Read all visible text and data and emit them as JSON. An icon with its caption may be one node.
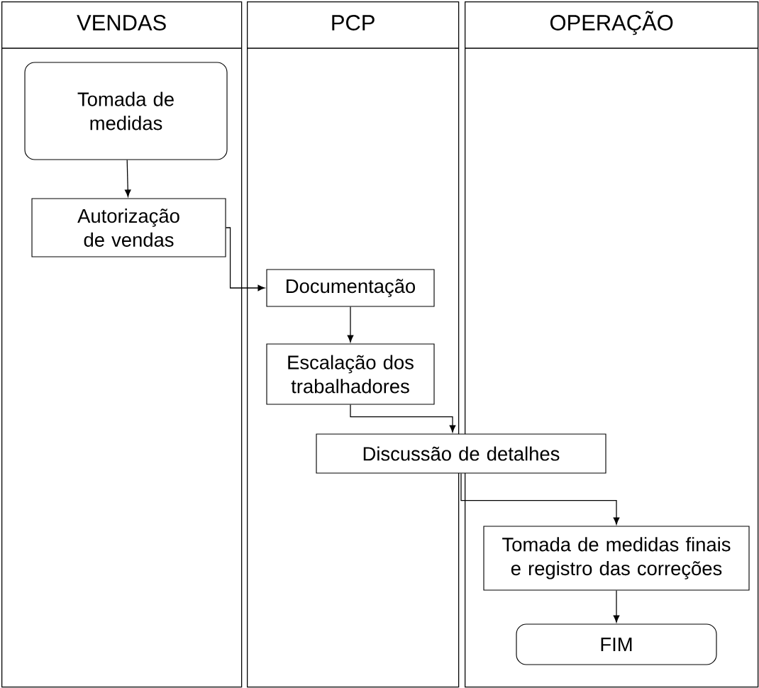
{
  "diagram": {
    "nodes": [
      {
        "text": [
          "VENDAS"
        ]
      },
      {
        "text": [
          "PCP"
        ]
      },
      {
        "text": [
          "OPERAÇÃO"
        ]
      },
      {
        "text": [
          "Tomada de medidas"
        ],
        "in": 0
      },
      {
        "text": [
          "Autorização de vendas"
        ],
        "in": 0
      },
      {
        "text": [
          "Documentação"
        ],
        "in": 1
      },
      {
        "text": [
          "Escalação dos trabalhadores"
        ],
        "in": 1
      },
      {
        "text": [
          "Discussão de detalhes"
        ]
      },
      {
        "text": [
          "Tomada de medidas finais e registro das correções"
        ],
        "in": 2
      },
      {
        "text": [
          "FIM"
        ],
        "in": 2
      }
    ],
    "edges": [
      {
        "from": 3,
        "to": 4,
        "arrow": "to"
      },
      {
        "from": 4,
        "to": 5,
        "arrow": "to"
      },
      {
        "from": 5,
        "to": 6,
        "arrow": "to"
      },
      {
        "from": 6,
        "to": 7,
        "arrow": "to"
      },
      {
        "from": 7,
        "to": 8,
        "arrow": "to"
      },
      {
        "from": 8,
        "to": 9,
        "arrow": "to"
      }
    ]
  }
}
